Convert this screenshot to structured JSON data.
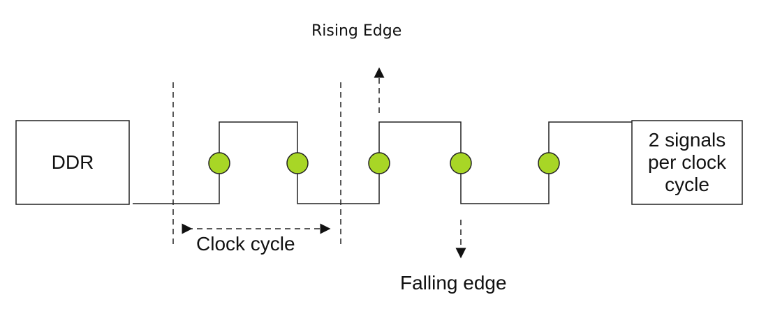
{
  "boxes": {
    "left": "DDR",
    "right": "2 signals per clock cycle"
  },
  "labels": {
    "rising": "Rising Edge",
    "falling": "Falling edge",
    "cycle": "Clock cycle"
  },
  "colors": {
    "dot": "#a8d626",
    "line": "#222222"
  }
}
